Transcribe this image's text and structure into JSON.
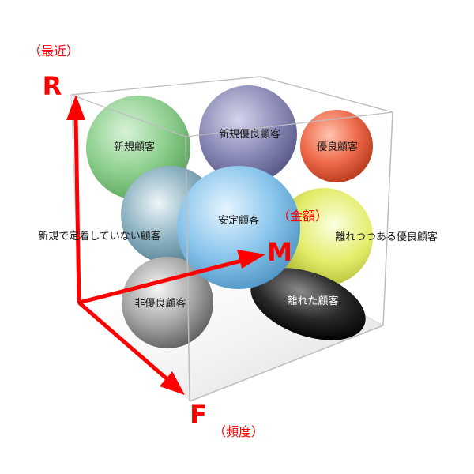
{
  "axes": {
    "r": {
      "letter": "R",
      "label": "（最近）"
    },
    "f": {
      "letter": "F",
      "label": "（頻度）"
    },
    "m": {
      "letter": "M",
      "label": "（金額）"
    }
  },
  "segments": {
    "new": "新規顧客",
    "new_loyal": "新規優良顧客",
    "loyal": "優良顧客",
    "new_not_settled": "新規で定着していない顧客",
    "stable": "安定顧客",
    "drifting_loyal": "離れつつある優良顧客",
    "non_loyal": "非優良顧客",
    "lost": "離れた顧客"
  },
  "colors": {
    "axis": "#ff0000",
    "new": "#8fd08f",
    "new_loyal": "#8a8ab8",
    "loyal": "#ee6a4a",
    "new_not_settled": "#8ab0c0",
    "stable": "#8cc6ec",
    "drifting_loyal": "#e4ec6a",
    "non_loyal": "#a8a8a8",
    "lost": "#2a2a2a"
  }
}
